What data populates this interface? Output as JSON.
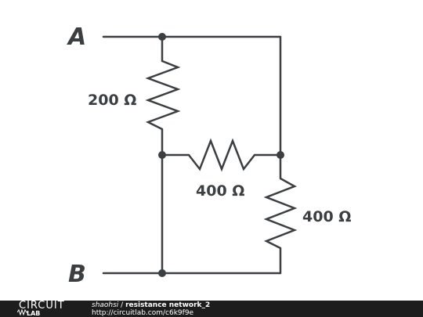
{
  "diagram": {
    "terminals": {
      "a": "A",
      "b": "B"
    },
    "resistors": [
      {
        "id": "r-left",
        "value": "200 Ω"
      },
      {
        "id": "r-middle",
        "value": "400 Ω"
      },
      {
        "id": "r-right",
        "value": "400 Ω"
      }
    ]
  },
  "footer": {
    "logo_top": "CIRCUIT",
    "logo_bottom": "LAB",
    "author": "shaohsi",
    "separator": " / ",
    "title": "resistance network_2",
    "url": "http://circuitlab.com/c6k9f9e"
  }
}
